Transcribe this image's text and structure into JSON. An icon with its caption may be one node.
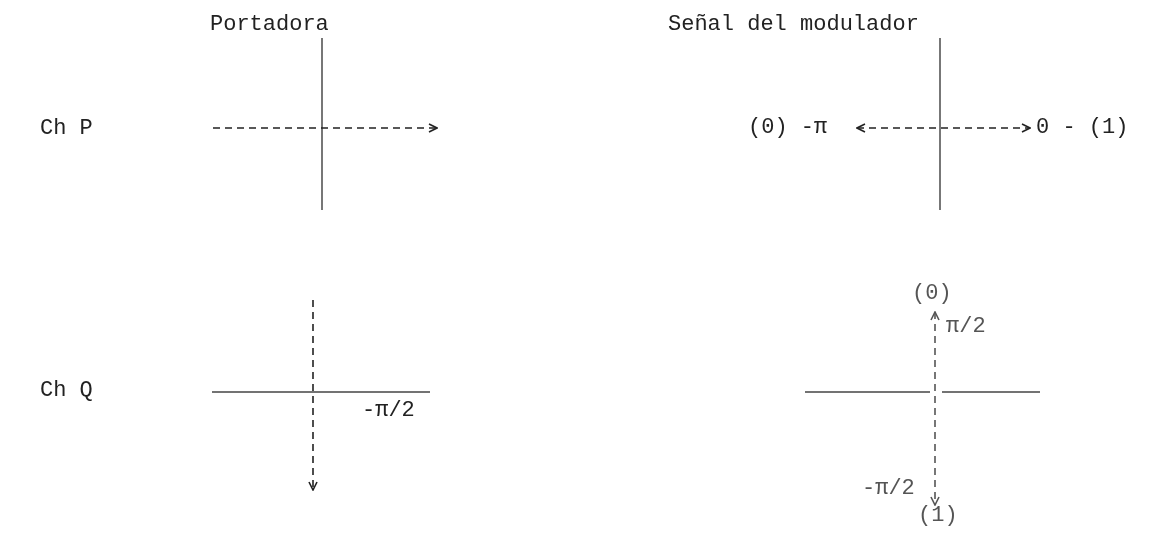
{
  "diagram": {
    "labels": [
      "Portadora",
      "Señal del modulador",
      "Ch P",
      "(0) -π",
      "0 - (1)",
      "Ch Q",
      "(0)",
      "π/2",
      "-π/2",
      "-π/2",
      "(1)"
    ]
  }
}
